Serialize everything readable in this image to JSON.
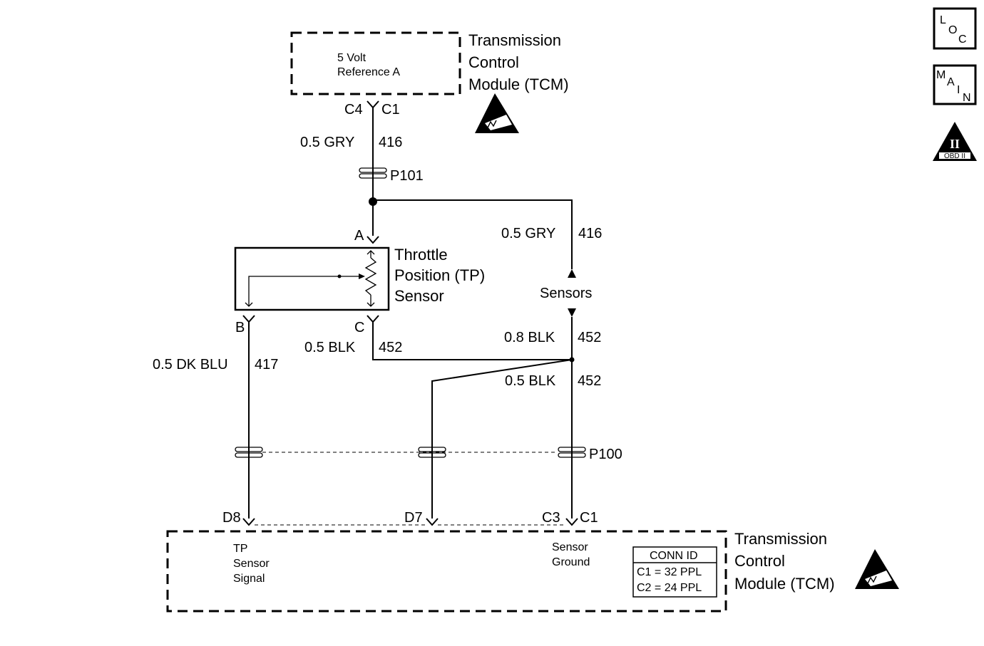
{
  "top_module": {
    "title_lines": [
      "Transmission",
      "Control",
      "Module (TCM)"
    ],
    "function_lines": [
      "5 Volt",
      "Reference A"
    ],
    "pin": "C4",
    "connector": "C1"
  },
  "wires": {
    "ref_top": {
      "size_color": "0.5 GRY",
      "circuit": "416"
    },
    "ref_branch": {
      "size_color": "0.5 GRY",
      "circuit": "416"
    },
    "signal": {
      "size_color": "0.5 DK BLU",
      "circuit": "417"
    },
    "tp_ground": {
      "size_color": "0.5 BLK",
      "circuit": "452"
    },
    "sensors_ground": {
      "size_color": "0.8 BLK",
      "circuit": "452"
    },
    "tcm_ground": {
      "size_color": "0.5 BLK",
      "circuit": "452"
    }
  },
  "connectors": {
    "upper": "P101",
    "lower": "P100"
  },
  "tp_sensor": {
    "title_lines": [
      "Throttle",
      "Position (TP)",
      "Sensor"
    ],
    "pin_a": "A",
    "pin_b": "B",
    "pin_c": "C"
  },
  "sensors_ref": {
    "label": "Sensors"
  },
  "bottom_module": {
    "title_lines": [
      "Transmission",
      "Control",
      "Module (TCM)"
    ],
    "signal_lines": [
      "TP",
      "Sensor",
      "Signal"
    ],
    "ground_lines": [
      "Sensor",
      "Ground"
    ],
    "pin_signal": "D8",
    "pin_d7": "D7",
    "pin_ground": "C3",
    "connector": "C1",
    "conn_id": {
      "header": "CONN ID",
      "rows": [
        "C1 = 32 PPL",
        "C2 = 24 PPL"
      ]
    }
  },
  "side_icons": {
    "loc": [
      "L",
      "O",
      "C"
    ],
    "main": [
      "M",
      "A",
      "I",
      "N"
    ],
    "obd": {
      "symbol": "II",
      "label": "OBD II"
    }
  }
}
